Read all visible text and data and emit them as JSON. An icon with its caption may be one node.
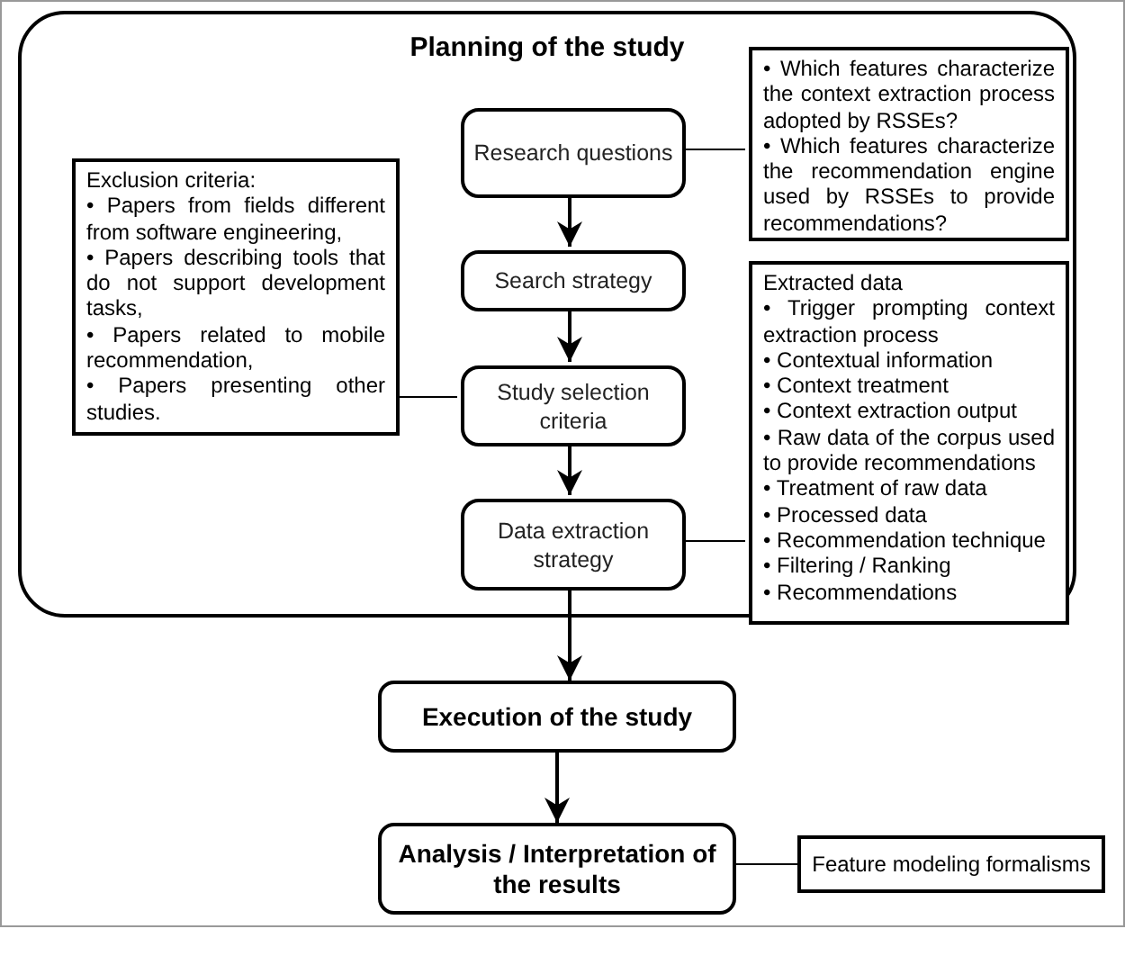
{
  "diagram": {
    "nodes": [
      {
        "text": [
          "Planning of the study"
        ]
      },
      {
        "text": [
          "Research questions"
        ],
        "in": 0
      },
      {
        "text": [
          "Search strategy"
        ],
        "in": 0
      },
      {
        "text": [
          "Study selection criteria"
        ],
        "in": 0
      },
      {
        "text": [
          "Data extraction strategy"
        ],
        "in": 0
      },
      {
        "text": [
          "Exclusion criteria:",
          "• Papers from fields different from software engineering,",
          "• Papers describing tools that do not support development tasks,",
          "• Papers related to mobile recommendation,",
          "• Papers presenting other studies."
        ],
        "in": 0
      },
      {
        "text": [
          "• Which features characterize the context extraction process adopted by RSSEs?",
          "• Which features characterize the recommendation engine used by RSSEs to provide recommendations?"
        ],
        "in": 0
      },
      {
        "text": [
          "Extracted data",
          "• Trigger prompting context extraction process",
          "• Contextual information",
          "• Context treatment",
          "• Context extraction output",
          "• Raw data of the corpus used to provide recommendations",
          "• Treatment of raw data",
          "• Processed data",
          "• Recommendation technique",
          "• Filtering / Ranking",
          "• Recommendations"
        ],
        "in": 0
      },
      {
        "text": [
          "Execution of the study"
        ]
      },
      {
        "text": [
          "Analysis / Interpretation of the results"
        ]
      },
      {
        "text": [
          "Feature modeling formalisms"
        ]
      }
    ],
    "edges": [
      {
        "from": 1,
        "to": 2,
        "arrow": "to"
      },
      {
        "from": 2,
        "to": 3,
        "arrow": "to"
      },
      {
        "from": 3,
        "to": 4,
        "arrow": "to"
      },
      {
        "from": 4,
        "to": 8,
        "arrow": "to"
      },
      {
        "from": 8,
        "to": 9,
        "arrow": "to"
      },
      {
        "from": 1,
        "to": 6,
        "arrow": "none"
      },
      {
        "from": 5,
        "to": 3,
        "arrow": "none"
      },
      {
        "from": 4,
        "to": 7,
        "arrow": "none"
      },
      {
        "from": 9,
        "to": 10,
        "arrow": "none"
      }
    ]
  }
}
